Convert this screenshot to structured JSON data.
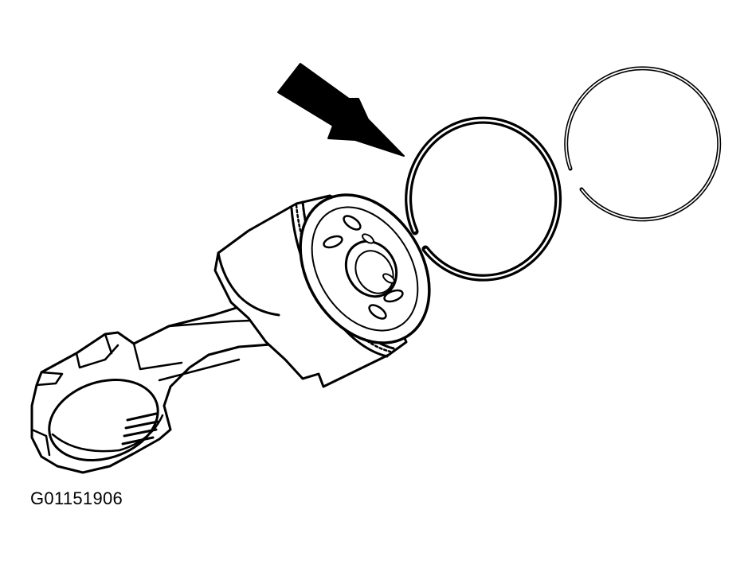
{
  "figure": {
    "reference_code": "G01151906",
    "parts": {
      "arrow": "arrow-pointer",
      "connecting_rod": "connecting-rod",
      "piston": "piston",
      "installed_ring": "piston-ring-highlighted",
      "loose_ring": "piston-ring"
    },
    "colors": {
      "line": "#000000",
      "background": "#ffffff"
    }
  }
}
